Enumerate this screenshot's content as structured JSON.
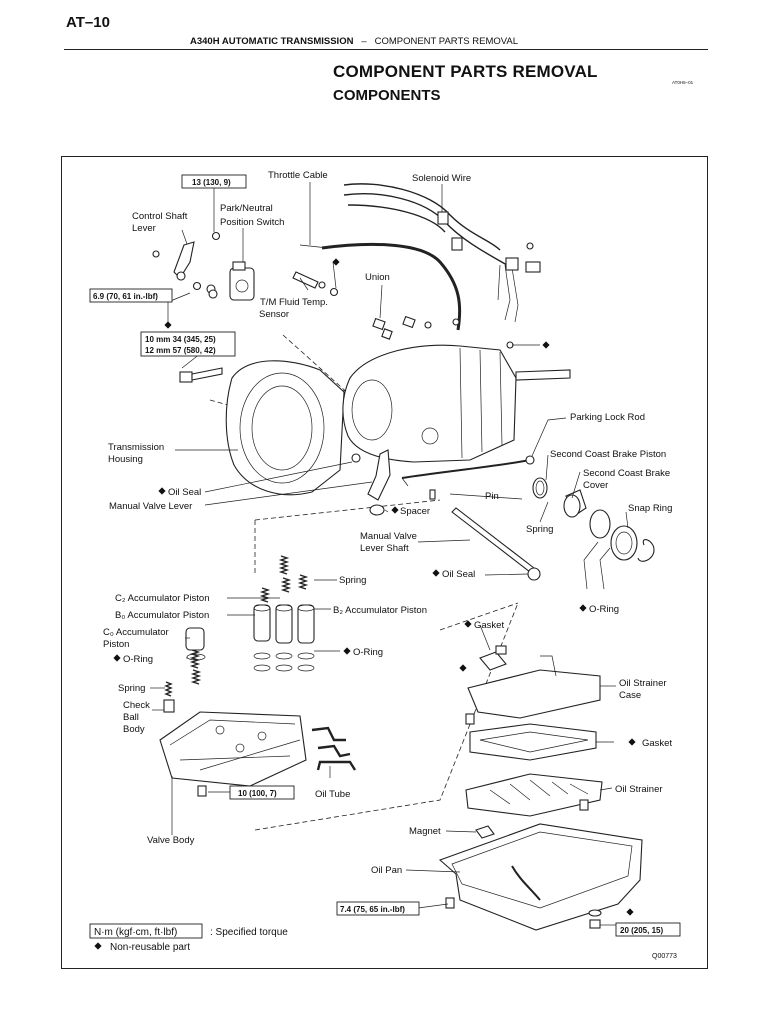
{
  "header": {
    "page_code": "AT–10",
    "manual_title": "A340H AUTOMATIC TRANSMISSION",
    "separator": "–",
    "section": "COMPONENT PARTS REMOVAL"
  },
  "title": "COMPONENT PARTS REMOVAL",
  "subtitle": "COMPONENTS",
  "doc_code": "AT0H5–01",
  "figure_code": "Q00773",
  "labels": {
    "throttle_cable": "Throttle Cable",
    "solenoid_wire": "Solenoid Wire",
    "control_shaft_lever_1": "Control Shaft",
    "control_shaft_lever_2": "Lever",
    "pn_switch_1": "Park/Neutral",
    "pn_switch_2": "Position  Switch",
    "union": "Union",
    "fluid_temp_1": "T/M Fluid Temp.",
    "fluid_temp_2": "Sensor",
    "parking_lock_rod": "Parking Lock Rod",
    "transmission_housing_1": "Transmission",
    "transmission_housing_2": "Housing",
    "second_coast_brake_piston": "Second Coast Brake Piston",
    "second_coast_brake_cover_1": "Second Coast Brake",
    "second_coast_brake_cover_2": "Cover",
    "oil_seal_upper": "Oil Seal",
    "manual_valve_lever": "Manual Valve Lever",
    "pin": "Pin",
    "spacer": "Spacer",
    "snap_ring": "Snap Ring",
    "spring_right": "Spring",
    "manual_valve_lever_shaft_1": "Manual Valve",
    "manual_valve_lever_shaft_2": "Lever Shaft",
    "spring_middle": "Spring",
    "oil_seal_lower": "Oil Seal",
    "c2_accumulator_piston": "C₂ Accumulator Piston",
    "b0_accumulator_piston": "B₀ Accumulator Piston",
    "b2_accumulator_piston": "B₂ Accumulator Piston",
    "o_ring_right": "O-Ring",
    "c0_accumulator_piston_1": "C₀ Accumulator",
    "c0_accumulator_piston_2": "Piston",
    "gasket_upper": "Gasket",
    "o_ring_left": "O-Ring",
    "o_ring_middle": "O-Ring",
    "spring_left": "Spring",
    "oil_strainer_case_1": "Oil Strainer",
    "oil_strainer_case_2": "Case",
    "check_ball_body_1": "Check",
    "check_ball_body_2": "Ball",
    "check_ball_body_3": "Body",
    "gasket_lower": "Gasket",
    "oil_strainer": "Oil Strainer",
    "oil_tube": "Oil Tube",
    "magnet": "Magnet",
    "valve_body": "Valve Body",
    "oil_pan": "Oil Pan"
  },
  "torques": {
    "t13": "13 (130, 9)",
    "t69": "6.9 (70, 61 in.-lbf)",
    "t10mm": "10 mm 34 (345, 25)",
    "t12mm": "12 mm 57 (580, 42)",
    "t10": "10 (100, 7)",
    "t74": "7.4 (75, 65 in.-lbf)",
    "t20": "20 (205, 15)"
  },
  "legend": {
    "torque_box": "N·m (kgf·cm, ft·lbf)",
    "torque_text": ":  Specified torque",
    "non_reusable_text": "Non-reusable part"
  }
}
